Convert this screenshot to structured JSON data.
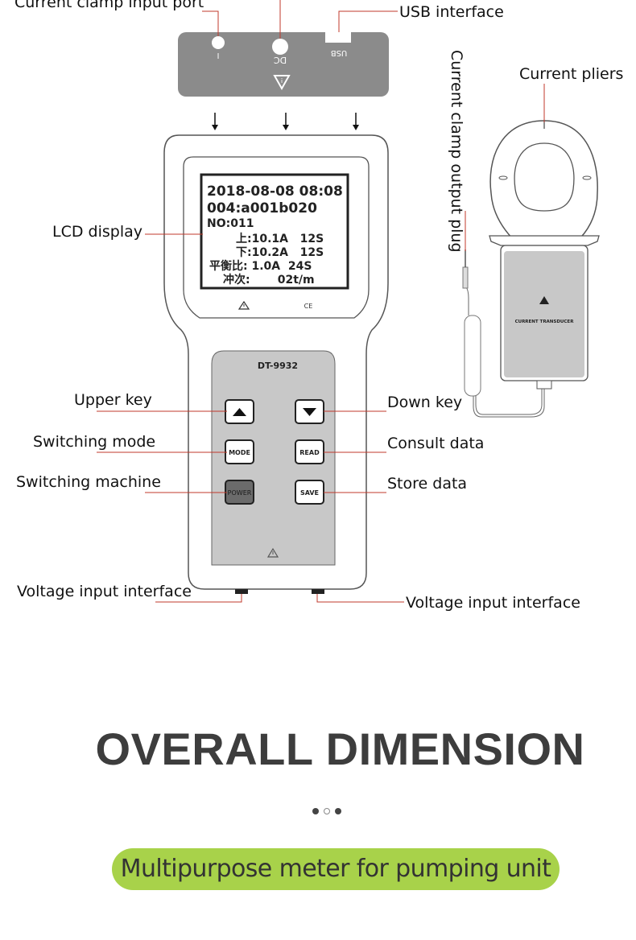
{
  "labels": {
    "current_clamp_input_port": "Current clamp input port",
    "usb_interface": "USB interface",
    "current_pliers": "Current pliers",
    "current_clamp_output_plug": "Current clamp output plug",
    "lcd_display": "LCD display",
    "upper_key": "Upper key",
    "down_key": "Down key",
    "switching_mode": "Switching mode",
    "consult_data": "Consult data",
    "switching_machine": "Switching machine",
    "store_data": "Store data",
    "voltage_input_left": "Voltage input interface",
    "voltage_input_right": "Voltage input interface"
  },
  "port_panel": {
    "port_i": "I",
    "port_dc": "DC",
    "port_usb": "USB",
    "warning_symbol": "!"
  },
  "lcd": {
    "line1": "2018-08-08 08:08",
    "line2": "004:a001b020",
    "line3": "NO:011",
    "line4": "上:10.1A   12S",
    "line5": "下:10.2A   12S",
    "line6": "平衡比: 1.0A  24S",
    "line7": "冲次:       02t/m"
  },
  "device": {
    "model": "DT-9932",
    "ce_mark": "CE",
    "keys": {
      "up": "▲",
      "down": "▼",
      "mode": "MODE",
      "read": "READ",
      "power": "POWER",
      "save": "SAVE"
    }
  },
  "clamp": {
    "marking": "CURRENT TRANSDUCER"
  },
  "section_title": "OVERALL DIMENSION",
  "banner_text": "Multipurpose meter for pumping unit",
  "colors": {
    "leader_line": "#c0392b",
    "panel_grey": "#8b8b8b",
    "keypad_grey": "#c8c8c8",
    "power_key": "#6b6b6b",
    "banner_green": "#a8d24a",
    "title_dark": "#3d3d3d"
  }
}
